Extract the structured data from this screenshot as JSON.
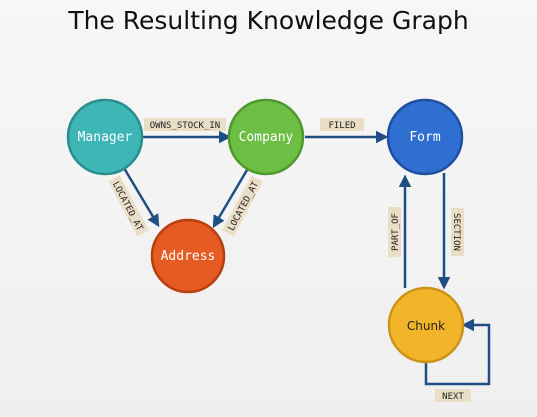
{
  "title": "The Resulting Knowledge Graph",
  "nodes": {
    "manager": {
      "label": "Manager",
      "color": "#3fb6b6"
    },
    "company": {
      "label": "Company",
      "color": "#6cbf44"
    },
    "form": {
      "label": "Form",
      "color": "#2f6fd1"
    },
    "address": {
      "label": "Address",
      "color": "#e55b22"
    },
    "chunk": {
      "label": "Chunk",
      "color": "#f2b52a"
    }
  },
  "edges": {
    "owns_stock_in": "OWNS_STOCK_IN",
    "filed": "FILED",
    "manager_located_at": "LOCATED_AT",
    "company_located_at": "LOCATED_AT",
    "part_of": "PART_OF",
    "section": "SECTION",
    "next": "NEXT"
  },
  "colors": {
    "edge": "#1f4f82",
    "label_bg": "#eadfc6"
  }
}
